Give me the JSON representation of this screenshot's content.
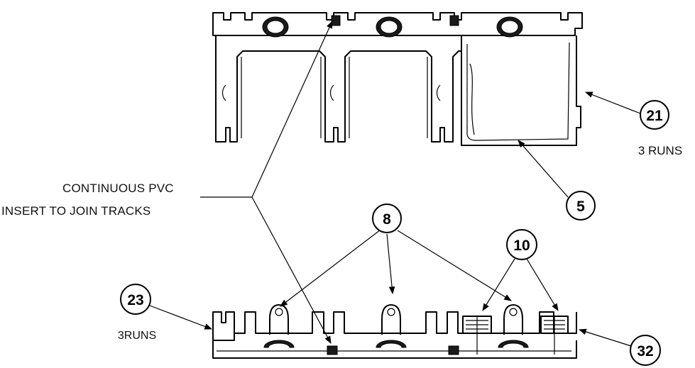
{
  "callout_note": {
    "line1": "CONTINUOUS PVC",
    "line2": "INSERT TO JOIN TRACKS"
  },
  "balloons": {
    "b21": "21",
    "b5": "5",
    "b8": "8",
    "b10": "10",
    "b23": "23",
    "b32": "32"
  },
  "labels": {
    "runs_21": "3 RUNS",
    "runs_23": "3RUNS"
  },
  "colors": {
    "line": "#000000",
    "background": "#ffffff",
    "insert_fill": "#1a1a1a"
  }
}
